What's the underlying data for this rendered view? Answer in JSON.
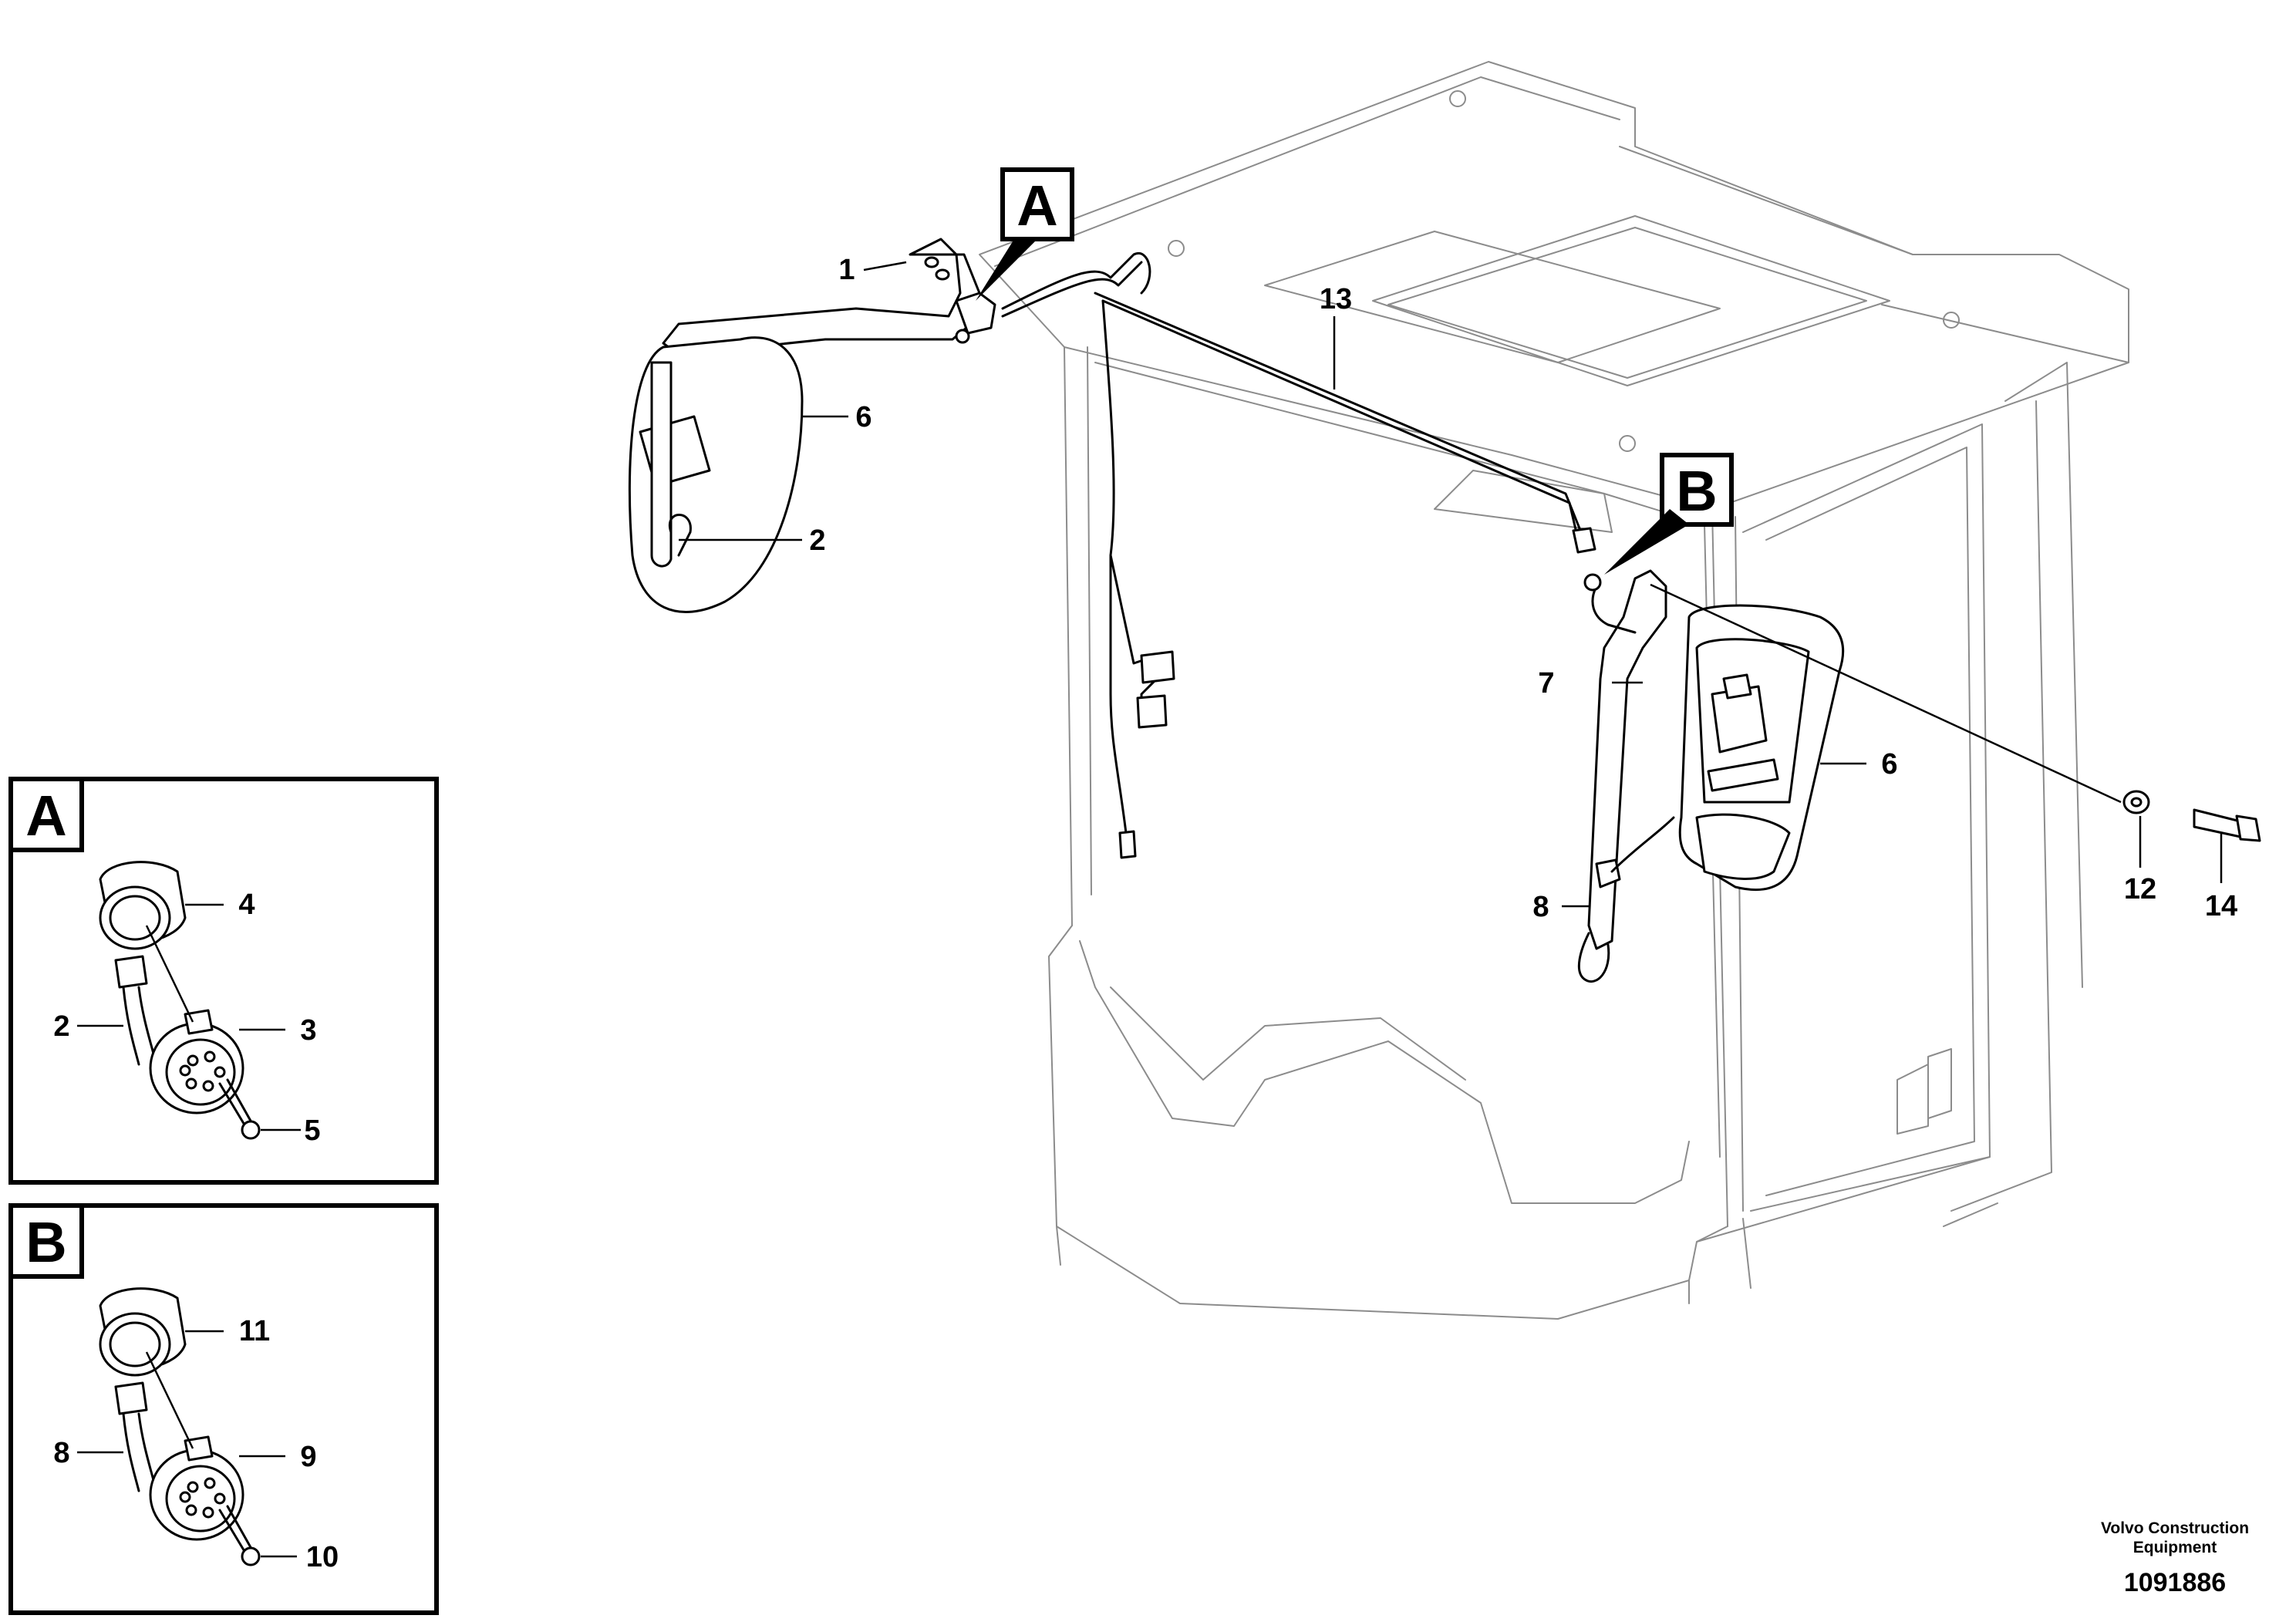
{
  "detail_labels": {
    "a": "A",
    "b": "B"
  },
  "callouts": {
    "c1": "1",
    "c2": "2",
    "c3": "3",
    "c4": "4",
    "c5": "5",
    "c6_left": "6",
    "c6_right": "6",
    "c7": "7",
    "c8": "8",
    "c2_detail": "2",
    "c8_detail": "8",
    "c9": "9",
    "c10": "10",
    "c11": "11",
    "c12": "12",
    "c13": "13",
    "c14": "14"
  },
  "footer": {
    "brand_line1": "Volvo Construction",
    "brand_line2": "Equipment",
    "part_number": "1091886"
  }
}
